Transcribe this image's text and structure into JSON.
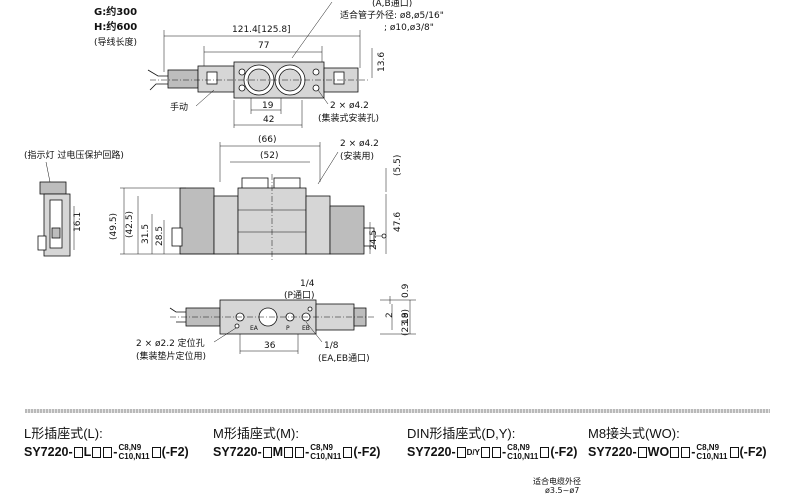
{
  "top_left": {
    "g_label": "G:约300",
    "h_label": "H:约600",
    "lead_label": "(导线长度)"
  },
  "top_right_notes": {
    "port_ab": "(A,B通口)",
    "tube_od": "适合管子外径: ø8,ø5/16\"",
    "tube_od2": "; ø10,ø3/8\""
  },
  "top_view": {
    "dim_total": "121.4[125.8]",
    "dim_77": "77",
    "dim_19": "19",
    "dim_42": "42",
    "dim_13_6": "13.6",
    "manual_label": "手动",
    "hole_label": "2 × ø4.2",
    "hole_label2": "(集装式安装孔)"
  },
  "front_view": {
    "dim_66": "(66)",
    "dim_52": "(52)",
    "hole_label": "2 × ø4.2",
    "hole_label2": "(安装用)",
    "dim_5_5": "(5.5)",
    "dim_49_5": "(49.5)",
    "dim_42_5": "(42.5)",
    "dim_31_5": "31.5",
    "dim_28_5": "28.5",
    "dim_24_5": "24.5",
    "dim_47_6": "47.6"
  },
  "side_view": {
    "indicator_label": "(指示灯  过电压保护回路)",
    "dim_16_1": "16.1"
  },
  "bottom_view": {
    "port_1_4": "1/4",
    "port_p": "(P通口)",
    "dim_0_9": "0.9",
    "dim_2": "2",
    "dim_18": "18",
    "dim_23_9": "(23.9)",
    "dim_36": "36",
    "port_1_8": "1/8",
    "port_eaeb": "(EA,EB通口)",
    "pin_label": "2 × ø2.2 定位孔",
    "pin_label2": "(集装垫片定位用)",
    "mark_ea": "EA",
    "mark_p": "P",
    "mark_eb": "EB"
  },
  "models": [
    {
      "title": "L形插座式(L):",
      "prefix": "SY7220-",
      "mid": "L",
      "sub1": "C8,N9",
      "sub2": "C10,N11",
      "suffix": "(-F2)"
    },
    {
      "title": "M形插座式(M):",
      "prefix": "SY7220-",
      "mid": "M",
      "sub1": "C8,N9",
      "sub2": "C10,N11",
      "suffix": "(-F2)"
    },
    {
      "title": "DIN形插座式(D,Y):",
      "prefix": "SY7220-",
      "mid": "D/Y",
      "sub1": "C8,N9",
      "sub2": "C10,N11",
      "suffix": "(-F2)"
    },
    {
      "title": "M8接头式(WO):",
      "prefix": "SY7220-",
      "mid": "WO",
      "sub1": "C8,N9",
      "sub2": "C10,N11",
      "suffix": "(-F2)"
    }
  ],
  "footer": {
    "cable_label": "适合电缆外径",
    "cable_value": "ø3.5~ø7"
  }
}
